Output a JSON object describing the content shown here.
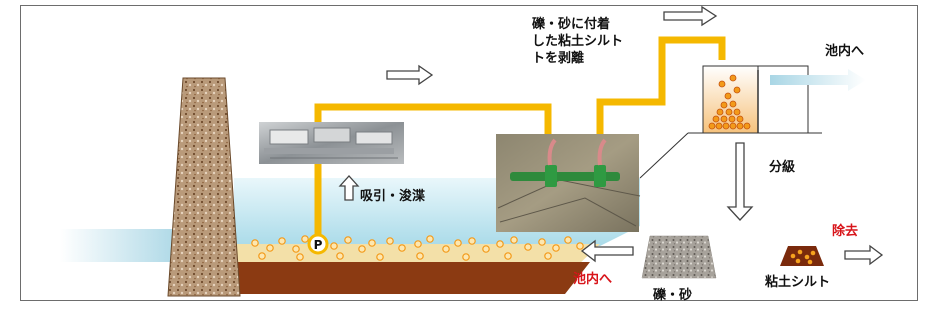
{
  "labels": {
    "suction": "吸引・浚渫",
    "strip_line1": "礫・砂に付着",
    "strip_line2": "した粘土シルト",
    "strip_line3": "トを剥離",
    "to_pond_top": "池内へ",
    "classify": "分級",
    "remove": "除去",
    "to_pond_bottom": "池内へ",
    "gravel_sand": "礫・砂",
    "clay_silt": "粘土シルト",
    "pump": "P"
  },
  "colors": {
    "pipe": "#f5b800",
    "water": "#bfe4ef",
    "sediment": "#8b3a12",
    "wall": "#b07a4e",
    "red_text": "#d8141a",
    "particle": "#f39a1a"
  },
  "icons": [
    "flow-arrow-icon",
    "up-arrow-icon",
    "down-arrow-icon",
    "pump-icon"
  ]
}
